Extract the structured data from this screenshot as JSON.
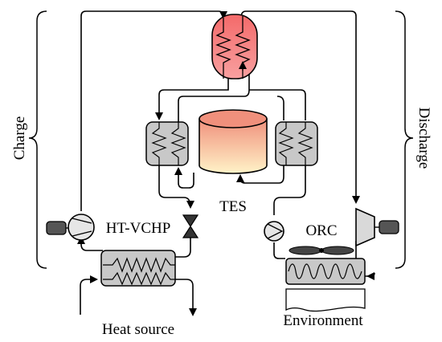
{
  "labels": {
    "charge": "Charge",
    "discharge": "Discharge",
    "tes": "TES",
    "ht_vchp": "HT-VCHP",
    "orc": "ORC",
    "heat_source": "Heat source",
    "environment": "Environment"
  },
  "colors": {
    "line": "#000000",
    "hx_fill": "#c8c8c8",
    "machine_fill": "#d9d9d9",
    "motor_fill": "#555555",
    "tank_top": "#f26b6b",
    "tes_top": "#f0907c",
    "tes_bottom": "#fff2c8"
  },
  "icons": [
    "compressor-icon",
    "motor-icon",
    "expansion-valve-icon",
    "pump-icon",
    "turbine-icon",
    "fan-icon",
    "heat-exchanger-icon",
    "tank-icon"
  ]
}
